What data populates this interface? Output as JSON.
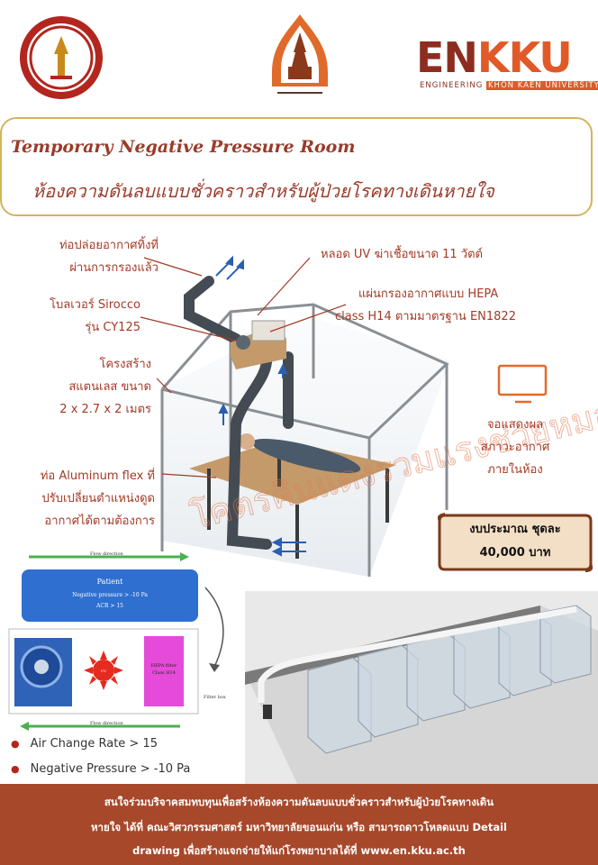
{
  "header": {
    "logo_right_en": "EN",
    "logo_right_kku": "KKU",
    "logo_right_sub_a": "ENGINEERING ",
    "logo_right_sub_b": "KHON KAEN UNIVERSITY"
  },
  "title": {
    "en": "Temporary Negative Pressure Room",
    "th": "ห้องความดันลบแบบชั่วคราวสำหรับผู้ป่วยโรคทางเดินหายใจ"
  },
  "captions": {
    "exhaust": [
      "ท่อปล่อยอากาศทิ้งที่",
      "ผ่านการกรองแล้ว"
    ],
    "uv": "หลอด UV ฆ่าเชื้อขนาด 11 วัตต์",
    "blower": [
      "โบลเวอร์ Sirocco",
      "รุ่น CY125"
    ],
    "hepa": [
      "แผ่นกรองอากาศแบบ HEPA",
      "class H14 ตามมาตรฐาน EN1822"
    ],
    "frame": [
      "โครงสร้าง",
      "สแตนเลส ขนาด",
      "2 x 2.7 x 2 เมตร"
    ],
    "flex": [
      "ท่อ Aluminum flex ที่",
      "ปรับเปลี่ยนตำแหน่งดูด",
      "อากาศได้ตามต้องการ"
    ],
    "monitor": [
      "จอแสดงผล",
      "สภาวะอากาศ",
      "ภายในห้อง"
    ]
  },
  "budget": {
    "line1": "งบประมาณ ชุดละ",
    "line2": "40,000 บาท"
  },
  "flow_diagram": {
    "flow_direction_label": "Flow direction",
    "patient_title": "Patient",
    "patient_pressure": "Negative pressure > -10 Pa",
    "patient_acr": "ACR > 15",
    "uv_label": "UV",
    "hepa_line1": "HEPA filter",
    "hepa_line2": "Class H14",
    "filter_box_label": "Filter box"
  },
  "specs": [
    "Air Change Rate > 15",
    "Negative Pressure > -10 Pa"
  ],
  "footer": {
    "line1": "สนใจร่วมบริจาคสมทบทุนเพื่อสร้างห้องความดันลบแบบชั่วคราวสำหรับผู้ป่วยโรคทางเดิน",
    "line2": "หายใจ ได้ที่ คณะวิศวกรรมศาสตร์ มหาวิทยาลัยขอนแก่น หรือ สามารถดาวโหลดแบบ Detail",
    "line3": "drawing เพื่อสร้างแจกจ่ายให้แก่โรงพยาบาลได้ที่ www.en.kku.ac.th"
  },
  "colors": {
    "caption_text": "#a33a26",
    "title_border": "#d4b45a",
    "footer_bg": "#a8482a",
    "patient_box": "#2f6fd0",
    "hepa_box": "#e64ad8",
    "flow_arrow": "#4caf50"
  }
}
